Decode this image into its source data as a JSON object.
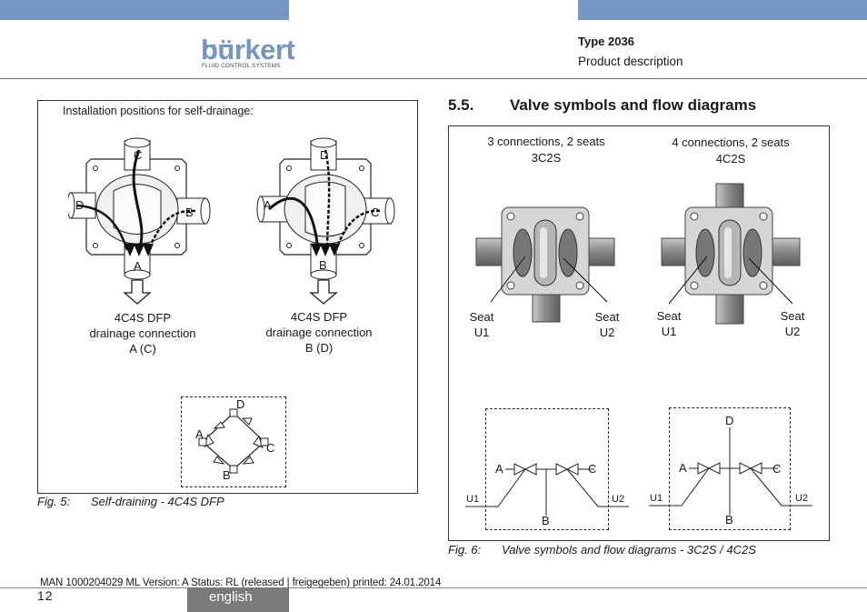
{
  "header": {
    "brand": "bürkert",
    "brand_tagline": "FLUID CONTROL SYSTEMS",
    "doc_type": "Type 2036",
    "doc_section": "Product description",
    "accent_color": "#7396c5"
  },
  "fig5": {
    "intro": "Installation positions for self-drainage:",
    "left": {
      "labels": {
        "top": "C",
        "left": "D",
        "right": "B",
        "bottom": "A"
      },
      "caption": [
        "4C4S DFP",
        "drainage connection",
        "A (C)"
      ]
    },
    "right": {
      "labels": {
        "top": "D",
        "left": "A",
        "right": "C",
        "bottom": "B"
      },
      "caption": [
        "4C4S DFP",
        "drainage connection",
        "B (D)"
      ]
    },
    "symbol": {
      "top": "D",
      "left": "A",
      "right": "C",
      "bottom": "B"
    },
    "caption_num": "Fig. 5:",
    "caption_text": "Self-draining - 4C4S DFP"
  },
  "section": {
    "number": "5.5.",
    "title": "Valve symbols and flow diagrams"
  },
  "fig6": {
    "left": {
      "title1": "3 connections, 2 seats",
      "title2": "3C2S",
      "seat1": [
        "Seat",
        "U1"
      ],
      "seat2": [
        "Seat",
        "U2"
      ],
      "sym": {
        "a": "A",
        "c": "C",
        "b": "B",
        "u1": "U1",
        "u2": "U2"
      }
    },
    "right": {
      "title1": "4 connections, 2 seats",
      "title2": "4C2S",
      "seat1": [
        "Seat",
        "U1"
      ],
      "seat2": [
        "Seat",
        "U2"
      ],
      "sym": {
        "a": "A",
        "c": "C",
        "b": "B",
        "d": "D",
        "u1": "U1",
        "u2": "U2"
      }
    },
    "caption_num": "Fig. 6:",
    "caption_text": "Valve symbols and flow diagrams - 3C2S / 4C2S"
  },
  "footer": {
    "meta": "MAN  1000204029  ML  Version: A Status: RL (released | freigegeben)  printed: 24.01.2014",
    "page_number": "12",
    "language": "english"
  }
}
